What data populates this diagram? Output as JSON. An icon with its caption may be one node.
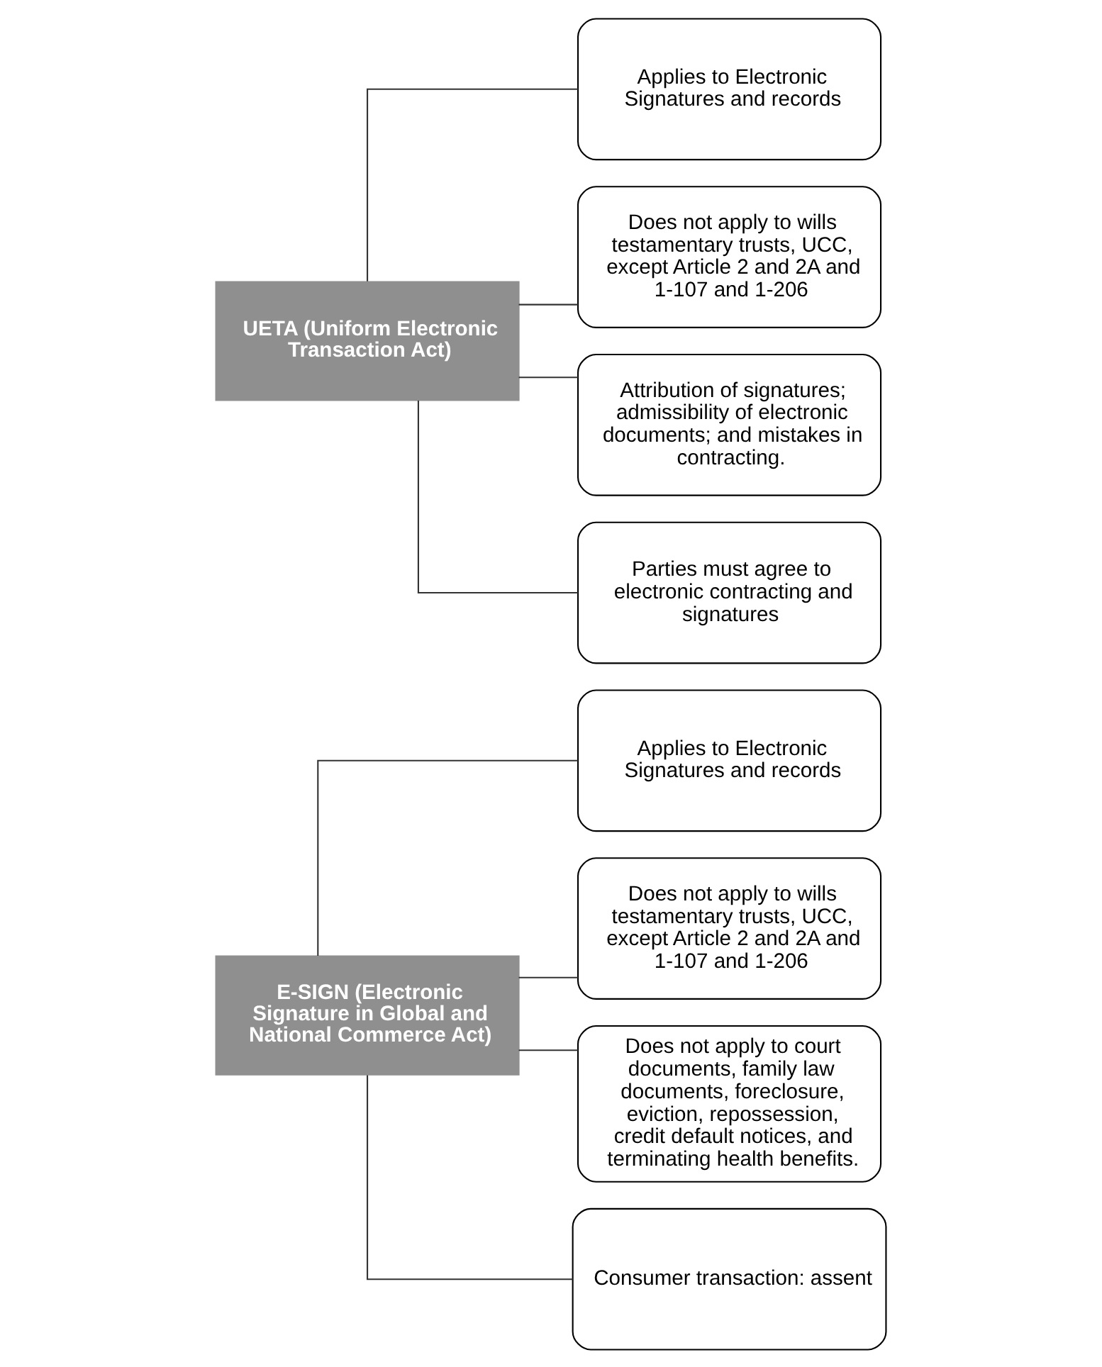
{
  "diagram": {
    "nodes": [
      {
        "text": [
          "E-SIGN (Electronic Signature in Global and National Commerce Act)"
        ]
      },
      {
        "text": [
          "Applies to Electronic Signatures and records"
        ]
      },
      {
        "text": [
          "Does not apply to wills testamentary trusts, UCC, except Article 2 and 2A and 1-107 and 1-206"
        ]
      },
      {
        "text": [
          "Does not apply to court documents, family law documents, foreclosure, eviction, repossession, credit default notices, and terminating health benefits."
        ]
      },
      {
        "text": [
          "Consumer transaction: assent"
        ]
      },
      {
        "text": [
          "UETA (Uniform Electronic Transaction Act)"
        ]
      },
      {
        "text": [
          "Applies to Electronic Signatures and records"
        ]
      },
      {
        "text": [
          "Does not apply to wills testamentary trusts, UCC, except Article 2 and 2A and 1-107 and 1-206"
        ]
      },
      {
        "text": [
          "Attribution of signatures; admissibility of electronic documents; and mistakes in contracting."
        ]
      },
      {
        "text": [
          "Parties must agree to electronic contracting and signatures"
        ]
      }
    ],
    "edges": [
      {
        "from": 0,
        "to": 1,
        "arrow": "none"
      },
      {
        "from": 0,
        "to": 2,
        "arrow": "none"
      },
      {
        "from": 0,
        "to": 3,
        "arrow": "none"
      },
      {
        "from": 0,
        "to": 4,
        "arrow": "none"
      },
      {
        "from": 5,
        "to": 6,
        "arrow": "none"
      },
      {
        "from": 5,
        "to": 7,
        "arrow": "none"
      },
      {
        "from": 5,
        "to": 8,
        "arrow": "none"
      },
      {
        "from": 5,
        "to": 9,
        "arrow": "none"
      }
    ]
  }
}
